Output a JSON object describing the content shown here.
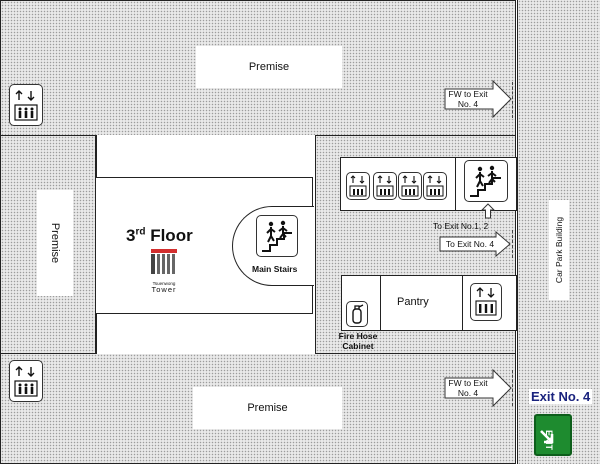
{
  "floor": {
    "number": "3",
    "suffix": "rd",
    "word": "Floor"
  },
  "logo": {
    "line1": "Tsuenwong",
    "line2": "Tower"
  },
  "premise_top": "Premise",
  "premise_left": "Premise",
  "premise_bottom": "Premise",
  "main_stairs": "Main Stairs",
  "pantry": "Pantry",
  "fire_hose": "Fire Hose\nCabinet",
  "arrows": {
    "fw_exit4_top": "FW to Exit\nNo. 4",
    "to_exit12": "To Exit No.1, 2",
    "to_exit4": "To Exit No. 4",
    "fw_exit4_bottom": "FW to Exit\nNo. 4"
  },
  "car_park": "Car Park Building",
  "exit_no4": "Exit No. 4",
  "exit_sign": "EXIT",
  "colors": {
    "exit_green": "#1e8b2f",
    "exit_text": "#1a237e",
    "logo_red": "#d32f2f"
  },
  "icons": [
    "elevator-icon",
    "stairs-icon",
    "fire-extinguisher-icon",
    "exit-sign-icon",
    "arrow-right-icon",
    "arrow-up-icon"
  ]
}
